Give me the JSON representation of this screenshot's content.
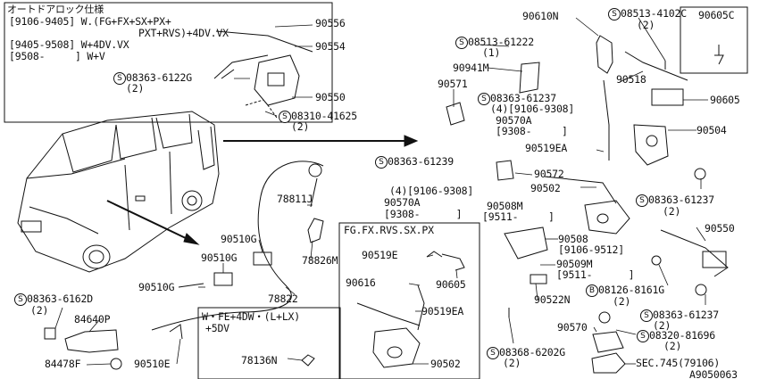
{
  "auto_lock": {
    "title": "オートドアロック仕様",
    "spec1": "[9106-9405] W.(FG+FX+SX+PX+",
    "spec2": "PXT+RVS)+4DV.VX",
    "spec3": "[9405-9508] W+4DV.VX",
    "spec4": "[9508-     ] W+V"
  },
  "inset_a": {
    "title": "FG.FX.RVS.SX.PX"
  },
  "inset_b": {
    "line1": "W・FE+4DW・(L+LX)",
    "line2": "+5DV"
  },
  "parts": {
    "p90556": "90556",
    "p90554": "90554",
    "p08363_6122g": "08363-6122G",
    "p08363_6122g_q": "(2)",
    "p90550a": "90550",
    "p08310_41625": "08310-41625",
    "p08310_41625_q": "(2)",
    "p90610n": "90610N",
    "p08513_4102c": "08513-4102C",
    "p08513_4102c_q": "(2)",
    "p90605c": "90605C",
    "p08513_61222": "08513-61222",
    "p08513_61222_q": "(1)",
    "p90941m": "90941M",
    "p90518": "90518",
    "p90571": "90571",
    "p08363_61237a": "08363-61237",
    "p08363_61237a_q": "(4)[9106-9308]",
    "p90570a_1": "90570A",
    "p90570a_1_r": "[9308-     ]",
    "p90605a": "90605",
    "p90504": "90504",
    "p90519ea_a": "90519EA",
    "p08363_61239": "08363-61239",
    "p08363_61239_q": "(4)[9106-9308]",
    "p90572": "90572",
    "p90502a": "90502",
    "p90570a_2": "90570A",
    "p90570a_2_r": "[9308-      ]",
    "p08363_61237b": "08363-61237",
    "p08363_61237b_q": "(2)",
    "p90508m": "90508M",
    "p90508m_r": "[9511-     ]",
    "p90550b": "90550",
    "p78811j": "78811J",
    "p90510g_a": "90510G",
    "p90510g_b": "90510G",
    "p78826m": "78826M",
    "p90519e": "90519E",
    "p90508": "90508",
    "p90508_r": "[9106-9512]",
    "p90509m": "90509M",
    "p90509m_r": "[9511-      ]",
    "p90616": "90616",
    "p90605b": "90605",
    "p90510g_c": "90510G",
    "p78822": "78822",
    "p90522n": "90522N",
    "p08126_8161g": "08126-8161G",
    "p08126_8161g_q": "(2)",
    "p08363_6162d": "08363-6162D",
    "p08363_6162d_q": "(2)",
    "p90519ea_b": "90519EA",
    "p08363_61237c": "08363-61237",
    "p08363_61237c_q": "(2)",
    "p84640p": "84640P",
    "p90570": "90570",
    "p08320_81696": "08320-81696",
    "p08320_81696_q": "(2)",
    "p84478f": "84478F",
    "p90510e": "90510E",
    "p78136n": "78136N",
    "p90502b": "90502",
    "p08368_6202g": "08368-6202G",
    "p08368_6202g_q": "(2)",
    "p_sec745": "SEC.745(79106)",
    "p_a9050063": "A9050063"
  }
}
